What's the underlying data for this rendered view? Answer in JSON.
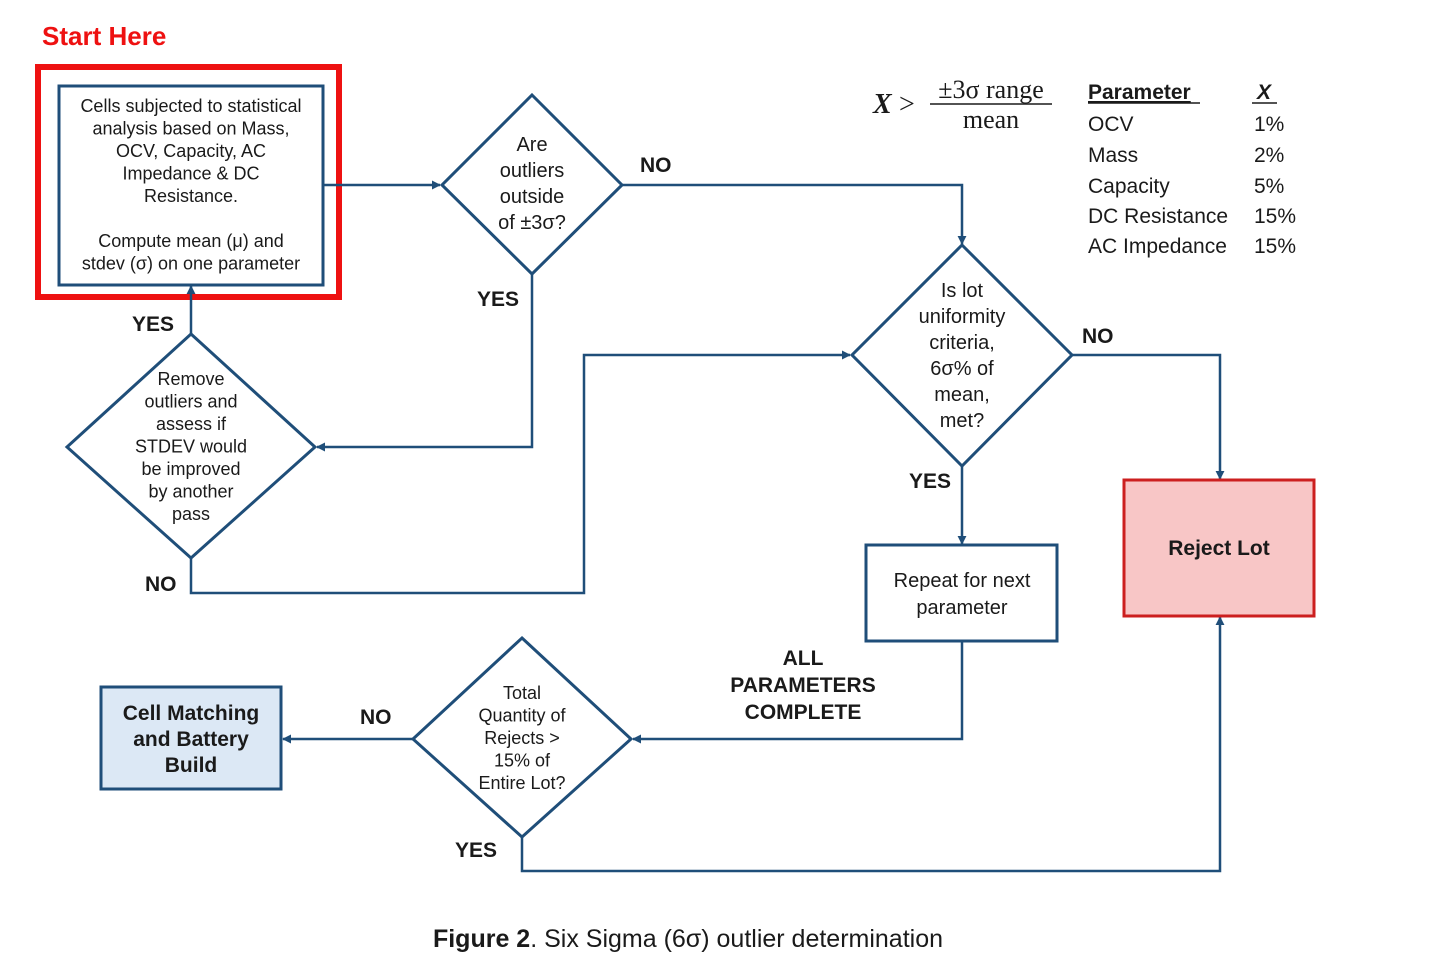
{
  "colors": {
    "line": "#1f4e79",
    "start_highlight": "#ee1111",
    "reject_fill": "#f8c6c6",
    "reject_border": "#cc1f1f",
    "build_fill": "#dce8f5"
  },
  "start_label": "Start Here",
  "nodes": {
    "analysis": {
      "lines": [
        "Cells subjected to statistical",
        "analysis based on Mass,",
        "OCV, Capacity, AC",
        "Impedance & DC",
        "Resistance.",
        "",
        "Compute mean (μ) and",
        "stdev (σ) on one parameter"
      ]
    },
    "outliers_decision": {
      "lines": [
        "Are",
        "outliers",
        "outside",
        "of ±3σ?"
      ]
    },
    "remove_decision": {
      "lines": [
        "Remove",
        "outliers and",
        "assess if",
        "STDEV would",
        "be improved",
        "by another",
        "pass"
      ]
    },
    "uniformity_decision": {
      "lines": [
        "Is lot",
        "uniformity",
        "criteria,",
        "6σ% of",
        "mean,",
        "met?"
      ]
    },
    "repeat": {
      "lines": [
        "Repeat for next",
        "parameter"
      ]
    },
    "reject": {
      "lines": [
        "Reject Lot"
      ]
    },
    "rejects_decision": {
      "lines": [
        "Total",
        "Quantity of",
        "Rejects >",
        "15% of",
        "Entire Lot?"
      ]
    },
    "build": {
      "lines": [
        "Cell Matching",
        "and Battery",
        "Build"
      ]
    }
  },
  "edge_labels": {
    "outliers_no": "NO",
    "outliers_yes": "YES",
    "remove_yes": "YES",
    "remove_no": "NO",
    "uniformity_no": "NO",
    "uniformity_yes": "YES",
    "all_complete": [
      "ALL",
      "PARAMETERS",
      "COMPLETE"
    ],
    "rejects_no": "NO",
    "rejects_yes": "YES"
  },
  "formula": {
    "variable": "X",
    "operator": ">",
    "numerator": "±3σ range",
    "denominator": "mean"
  },
  "parameter_table": {
    "headers": [
      "Parameter",
      "X"
    ],
    "rows": [
      [
        "OCV",
        "1%"
      ],
      [
        "Mass",
        "2%"
      ],
      [
        "Capacity",
        "5%"
      ],
      [
        "DC Resistance",
        "15%"
      ],
      [
        "AC Impedance",
        "15%"
      ]
    ]
  },
  "caption": {
    "label": "Figure 2",
    "text": ". Six Sigma (6σ) outlier determination"
  }
}
